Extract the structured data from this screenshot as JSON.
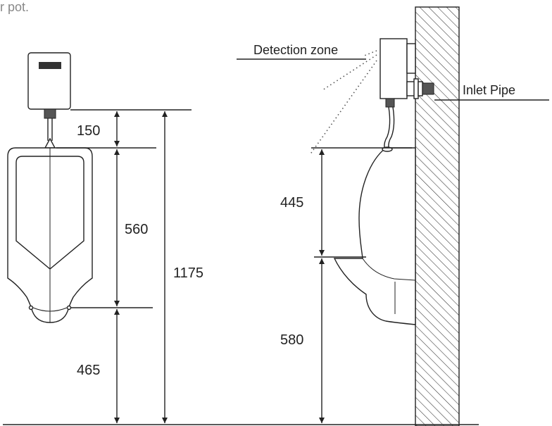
{
  "fragment_text": "r pot.",
  "labels": {
    "detection_zone": "Detection zone",
    "inlet_pipe": "Inlet Pipe"
  },
  "dimensions": {
    "sensor_to_rim": "150",
    "rim_to_lip": "560",
    "lip_to_floor": "465",
    "sensor_to_floor": "1175",
    "side_rim_to_lip": "445",
    "side_lip_to_floor": "580"
  },
  "colors": {
    "line": "#222222",
    "hatch": "#333333",
    "display": "#333333",
    "coupling": "#555555"
  }
}
